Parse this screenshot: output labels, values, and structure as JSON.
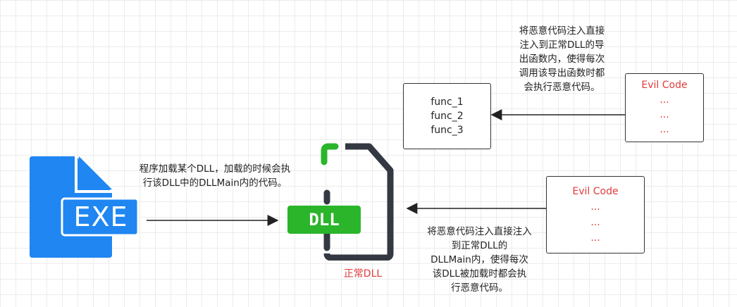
{
  "exe_icon": {
    "label": "EXE",
    "color": "#1f86f2"
  },
  "dll_icon": {
    "label": "DLL",
    "caption": "正常DLL",
    "accent": "#2bb52b"
  },
  "exe_to_dll_text": [
    "程序加载某个DLL，加载的时候会执",
    "行该DLL中的DLLMain内的代码。"
  ],
  "export_box": {
    "lines": [
      "func_1",
      "func_2",
      "func_3"
    ]
  },
  "evil_top": {
    "lines": [
      "Evil Code",
      "...",
      "...",
      "..."
    ]
  },
  "evil_bottom": {
    "lines": [
      "Evil Code",
      "...",
      "...",
      "..."
    ]
  },
  "top_note": [
    "将恶意代码注入直接",
    "注入到正常DLL的导",
    "出函数内，使得每次",
    "调用该导出函数时都",
    "会执行恶意代码。"
  ],
  "bottom_note": [
    "将恶意代码注入直接注入",
    "到正常DLL的",
    "DLLMain内，使得每次",
    "该DLL被加载时都会执",
    "行恶意代码。"
  ]
}
